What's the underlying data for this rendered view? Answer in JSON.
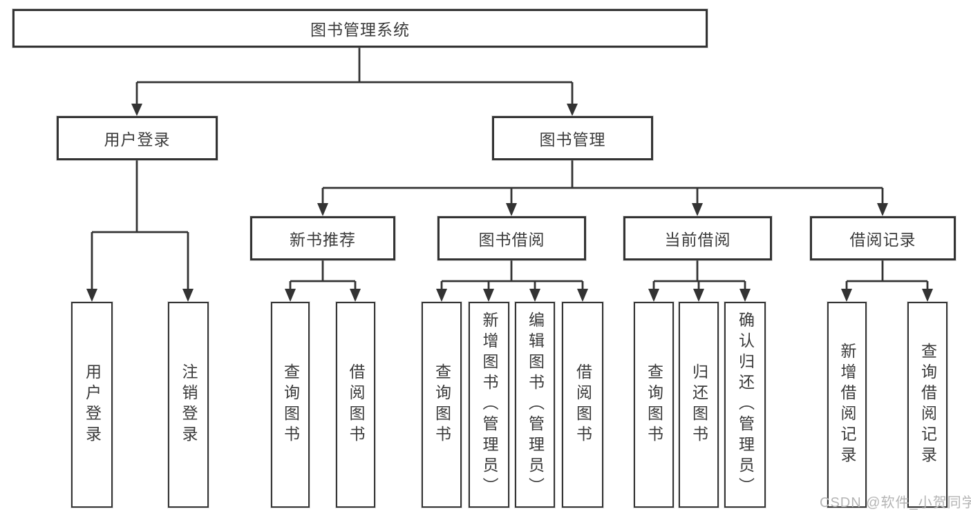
{
  "tree": {
    "root": {
      "label": "图书管理系统"
    },
    "branches": [
      {
        "label": "用户登录",
        "children": [
          {
            "label": "用户登录"
          },
          {
            "label": "注销登录"
          }
        ]
      },
      {
        "label": "图书管理",
        "children": [
          {
            "label": "新书推荐",
            "children": [
              {
                "label": "查询图书"
              },
              {
                "label": "借阅图书"
              }
            ]
          },
          {
            "label": "图书借阅",
            "children": [
              {
                "label": "查询图书"
              },
              {
                "label": "新增图书（管理员）"
              },
              {
                "label": "编辑图书（管理员）"
              },
              {
                "label": "借阅图书"
              }
            ]
          },
          {
            "label": "当前借阅",
            "children": [
              {
                "label": "查询图书"
              },
              {
                "label": "归还图书"
              },
              {
                "label": "确认归还（管理员）"
              }
            ]
          },
          {
            "label": "借阅记录",
            "children": [
              {
                "label": "新增借阅记录"
              },
              {
                "label": "查询借阅记录"
              }
            ]
          }
        ]
      }
    ]
  },
  "watermark": {
    "text": "CSDN @软件_小贺同学"
  },
  "colors": {
    "line": "#333333",
    "box_border": "#333333",
    "text": "#3a3a3a",
    "watermark": "#b4b4b4",
    "background": "#ffffff"
  }
}
